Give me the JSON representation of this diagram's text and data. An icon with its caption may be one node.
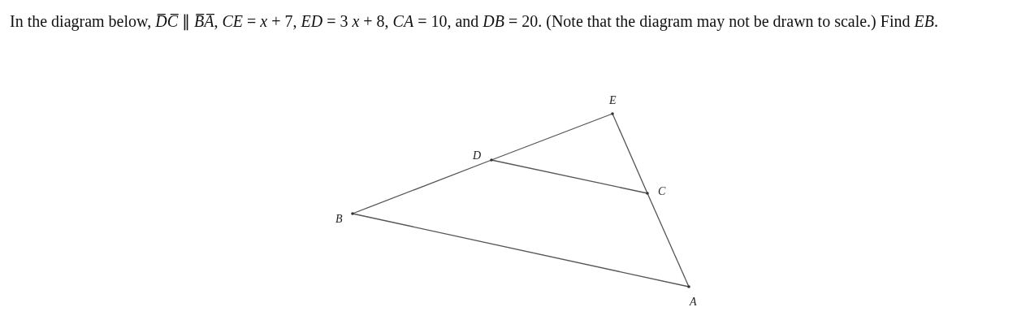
{
  "diagram": {
    "title": "In the diagram below, *D̅C̅* ∥ *B̅A̅*, *CE* = *x* + 7, *ED* = 3 *x* + 8, *CA* = 10, and *DB* = 20. (Note that the diagram may not be drawn to scale.) Find *EB*.",
    "nodes": [
      {
        "text": [
          "E"
        ]
      },
      {
        "text": [
          "D"
        ]
      },
      {
        "text": [
          "C"
        ]
      },
      {
        "text": [
          "B"
        ]
      },
      {
        "text": [
          "A"
        ]
      }
    ],
    "edges": [
      {
        "from": 0,
        "to": 1,
        "arrow": "none"
      },
      {
        "from": 1,
        "to": 3,
        "arrow": "none"
      },
      {
        "from": 3,
        "to": 4,
        "arrow": "none"
      },
      {
        "from": 4,
        "to": 2,
        "arrow": "none"
      },
      {
        "from": 2,
        "to": 0,
        "arrow": "none"
      },
      {
        "from": 1,
        "to": 2,
        "arrow": "none"
      }
    ]
  }
}
